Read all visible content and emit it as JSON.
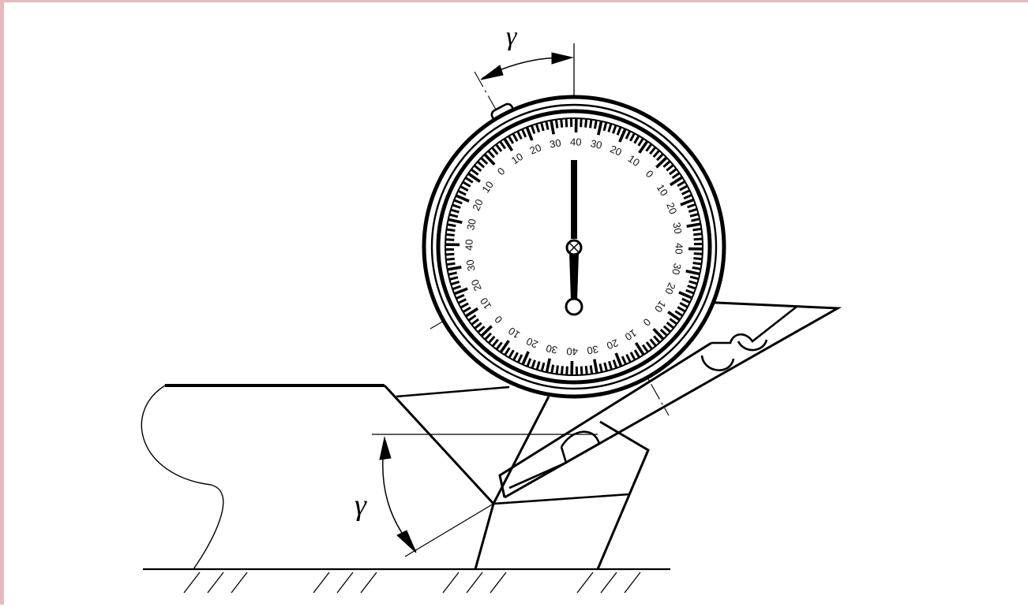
{
  "diagram": {
    "angle_symbol_top": "γ",
    "angle_symbol_left": "γ",
    "dial_numbers": [
      "0",
      "10",
      "20",
      "30",
      "40",
      "30",
      "20",
      "10",
      "0",
      "10",
      "20",
      "30",
      "40",
      "30",
      "20",
      "10",
      "0",
      "10",
      "20",
      "30",
      "40",
      "30",
      "20",
      "10",
      "0",
      "10",
      "20",
      "30",
      "40",
      "30",
      "20",
      "10"
    ],
    "colors": {
      "ink": "#000000",
      "frame": "#e8b9bd",
      "background": "#ffffff"
    }
  }
}
